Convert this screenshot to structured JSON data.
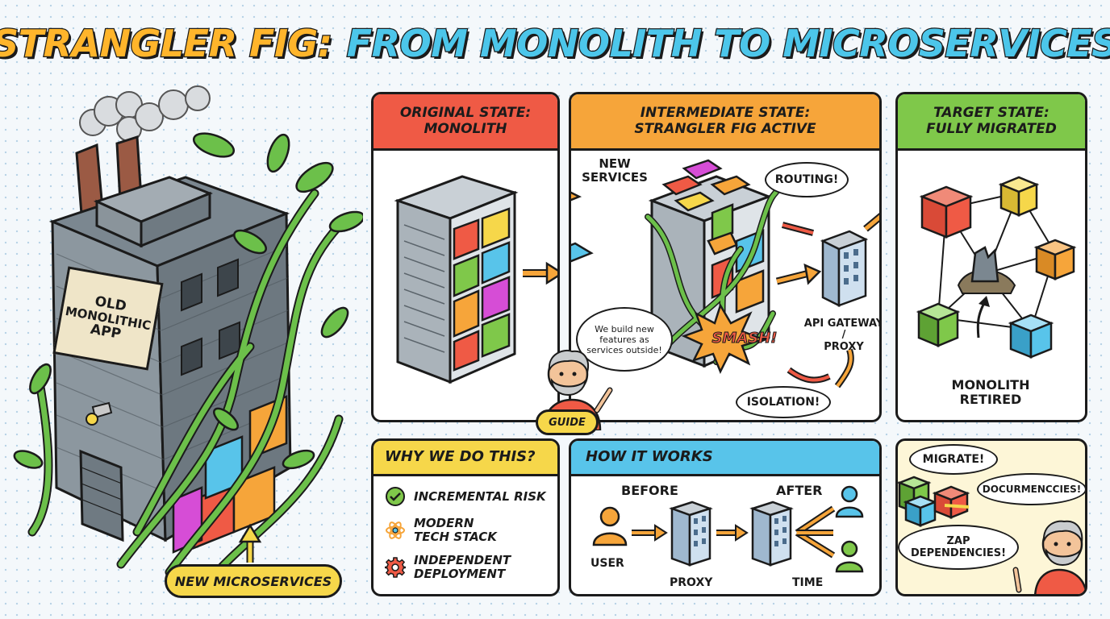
{
  "title": {
    "part1": "STRANGLER FIG:",
    "part2": "FROM MONOLITH TO MICROSERVICES"
  },
  "monolith_building": {
    "sign_lines": [
      "OLD",
      "MONOLITHIC",
      "APP"
    ],
    "callout": "NEW MICROSERVICES"
  },
  "original_state": {
    "header_lines": [
      "ORIGINAL STATE:",
      "MONOLITH"
    ]
  },
  "intermediate_state": {
    "header_lines": [
      "INTERMEDIATE STATE:",
      "STRANGLER FIG ACTIVE"
    ],
    "new_services_label": [
      "NEW",
      "SERVICES"
    ],
    "routing_bubble": "ROUTING!",
    "guide_speech": "We build new features as services outside!",
    "guide_label": "GUIDE",
    "smash": "SMASH!",
    "gateway_label": [
      "API GATEWAY /",
      "PROXY"
    ],
    "isolation_bubble": "ISOLATION!"
  },
  "target_state": {
    "header_lines": [
      "TARGET STATE:",
      "FULLY MIGRATED"
    ],
    "retired_label": [
      "MONOLITH",
      "RETIRED"
    ]
  },
  "why": {
    "header": "WHY WE DO THIS?",
    "items": [
      {
        "icon": "check-circle-icon",
        "label": "INCREMENTAL RISK"
      },
      {
        "icon": "atom-icon",
        "label": "MODERN TECH STACK"
      },
      {
        "icon": "gear-icon",
        "label": "INDEPENDENT DEPLOYMENT"
      }
    ]
  },
  "how": {
    "header": "HOW IT WORKS",
    "before_label": "BEFORE",
    "after_label": "AFTER",
    "user_label": "USER",
    "proxy_label": "PROXY",
    "time_label": "TIME"
  },
  "corner": {
    "migrate_bubble": "MIGRATE!",
    "docs_bubble": "DOCURMENCCIES!",
    "zap_bubble": "ZAP DEPENDENCIES!"
  },
  "colors": {
    "red": "#ef5a45",
    "orange": "#f6a53a",
    "green": "#7fc84a",
    "yellow": "#f6d74a",
    "blue": "#58c4ea",
    "vine": "#6cc04a"
  }
}
